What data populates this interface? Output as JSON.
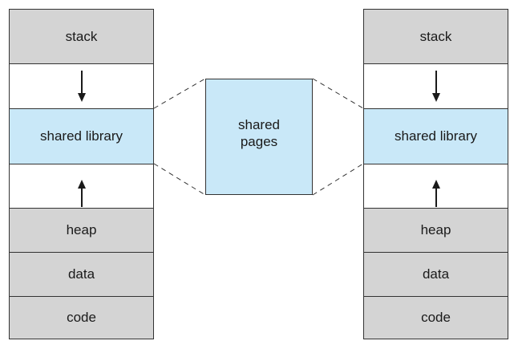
{
  "left_process": {
    "segments": {
      "stack": "stack",
      "shared_library": "shared library",
      "heap": "heap",
      "data": "data",
      "code": "code"
    }
  },
  "right_process": {
    "segments": {
      "stack": "stack",
      "shared_library": "shared library",
      "heap": "heap",
      "data": "data",
      "code": "code"
    }
  },
  "shared_pages": {
    "line1": "shared",
    "line2": "pages"
  },
  "colors": {
    "segment_gray": "#d4d4d4",
    "shared_blue": "#c9e8f8",
    "outline": "#333333"
  }
}
